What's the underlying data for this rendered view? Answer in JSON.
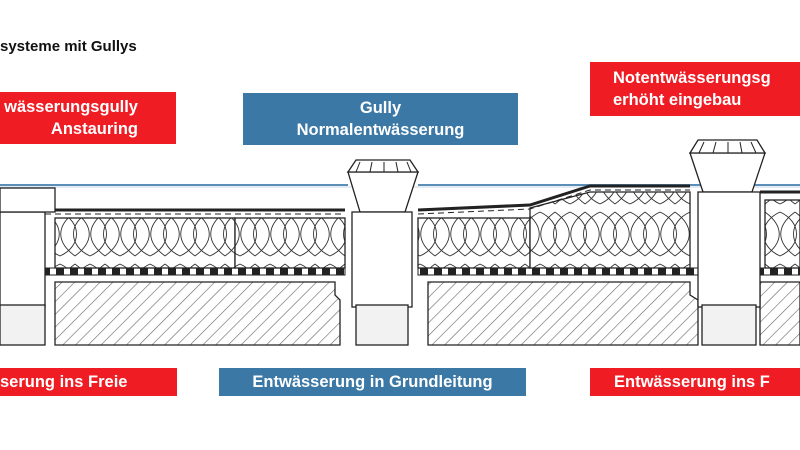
{
  "title": "systeme mit Gullys",
  "labels": {
    "notentwaesserung_anstauung_line1": "wässerungsgully",
    "notentwaesserung_anstauung_line2": "Anstauring",
    "gully_line1": "Gully",
    "gully_line2": "Normalentwässerung",
    "notentwaesserung_erhoeht_line1": "Notentwässerungsg",
    "notentwaesserung_erhoeht_line2": "erhöht eingebau",
    "entwaesserung_frei_left": "serung ins Freie",
    "entwaesserung_grundleitung": "Entwässerung in Grundleitung",
    "entwaesserung_frei_right": "Entwässerung ins F"
  },
  "colors": {
    "red_label": "#ef1c24",
    "blue_label": "#3b78a5",
    "water": "#5b8fb8",
    "outline": "#222222"
  }
}
